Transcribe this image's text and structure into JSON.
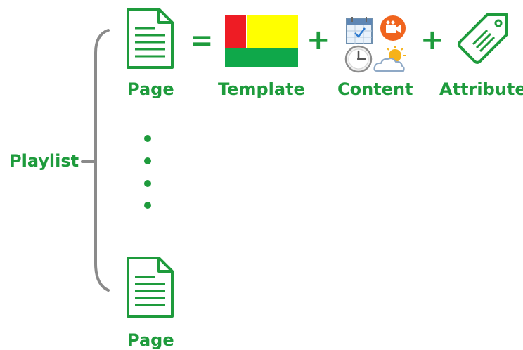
{
  "playlist": {
    "label": "Playlist"
  },
  "formula": {
    "page_label": "Page",
    "equals": "=",
    "template_label": "Template",
    "plus_1": "+",
    "content_label": "Content",
    "plus_2": "+",
    "attribute_label": "Attribute"
  },
  "bottom_page": {
    "label": "Page"
  },
  "colors": {
    "accent": "#1e9b3c",
    "bracket": "#8a8a8a",
    "template_red": "#ee1c24",
    "template_yellow": "#ffff00",
    "template_green": "#0fa84a"
  },
  "icons": {
    "page": "document-icon",
    "template": "layout-template-icon",
    "content": [
      "calendar-icon",
      "video-icon",
      "clock-icon",
      "weather-icon"
    ],
    "attribute": "tag-icon"
  }
}
